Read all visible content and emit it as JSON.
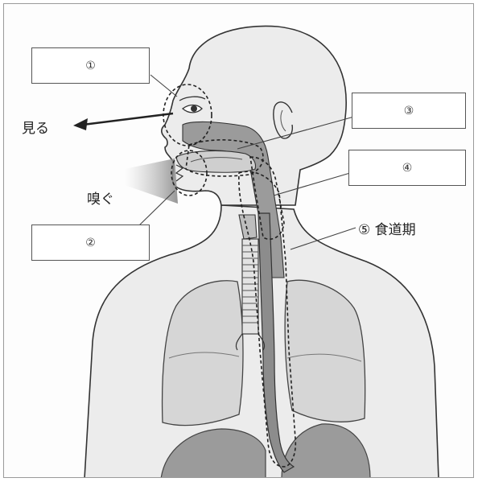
{
  "labels": {
    "box1": "①",
    "box2": "②",
    "box3": "③",
    "box4": "④",
    "label5": "⑤ 食道期",
    "see": "見る",
    "smell": "嗅ぐ"
  },
  "colors": {
    "body_fill": "#ececec",
    "organ_fill": "#d6d6d6",
    "tract_fill": "#9b9b9b",
    "outline": "#333333"
  }
}
